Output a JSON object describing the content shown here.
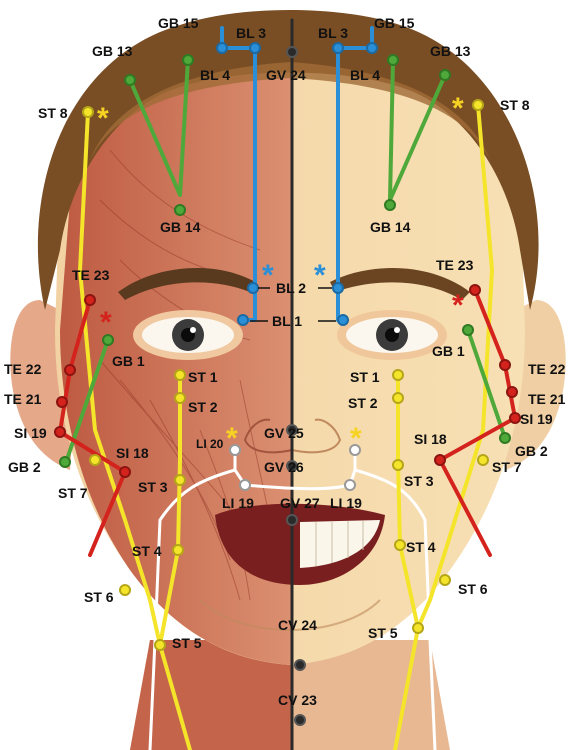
{
  "labels": {
    "gb15_l": "GB 15",
    "gb15_r": "GB 15",
    "bl3_l": "BL 3",
    "bl3_r": "BL 3",
    "gb13_l": "GB 13",
    "gb13_r": "GB 13",
    "bl4_l": "BL 4",
    "bl4_r": "BL 4",
    "gv24": "GV 24",
    "st8_l": "ST 8",
    "st8_r": "ST 8",
    "gb14_l": "GB 14",
    "gb14_r": "GB 14",
    "te23_l": "TE 23",
    "te23_r": "TE 23",
    "bl2": "BL 2",
    "bl1": "BL 1",
    "gb1_l": "GB 1",
    "gb1_r": "GB 1",
    "te22_l": "TE 22",
    "te22_r": "TE 22",
    "te21_l": "TE 21",
    "te21_r": "TE 21",
    "st1_l": "ST 1",
    "st1_r": "ST 1",
    "st2_l": "ST 2",
    "st2_r": "ST 2",
    "si19_l": "SI 19",
    "si19_r": "SI 19",
    "si18_l": "SI 18",
    "si18_r": "SI 18",
    "gb2_l": "GB 2",
    "gb2_r": "GB 2",
    "li20": "LI 20",
    "gv25": "GV 25",
    "gv26": "GV 26",
    "st7_l": "ST 7",
    "st7_r": "ST 7",
    "st3_l": "ST 3",
    "st3_r": "ST 3",
    "li19_l": "LI 19",
    "li19_r": "LI 19",
    "gv27": "GV 27",
    "st4_l": "ST 4",
    "st4_r": "ST 4",
    "st6_l": "ST 6",
    "st6_r": "ST 6",
    "cv24": "CV 24",
    "st5_l": "ST 5",
    "st5_r": "ST 5",
    "cv23": "CV 23"
  },
  "colors": {
    "yellow_meridian": "#f4e42a",
    "green_meridian": "#4fa83a",
    "blue_meridian": "#2a8fd6",
    "red_meridian": "#d4231c",
    "governing_vessel": "#2a2a2a",
    "white_meridian": "#ffffff",
    "star_yellow": "#f6d323",
    "star_red": "#d4231c",
    "star_blue": "#2a8fd6"
  }
}
